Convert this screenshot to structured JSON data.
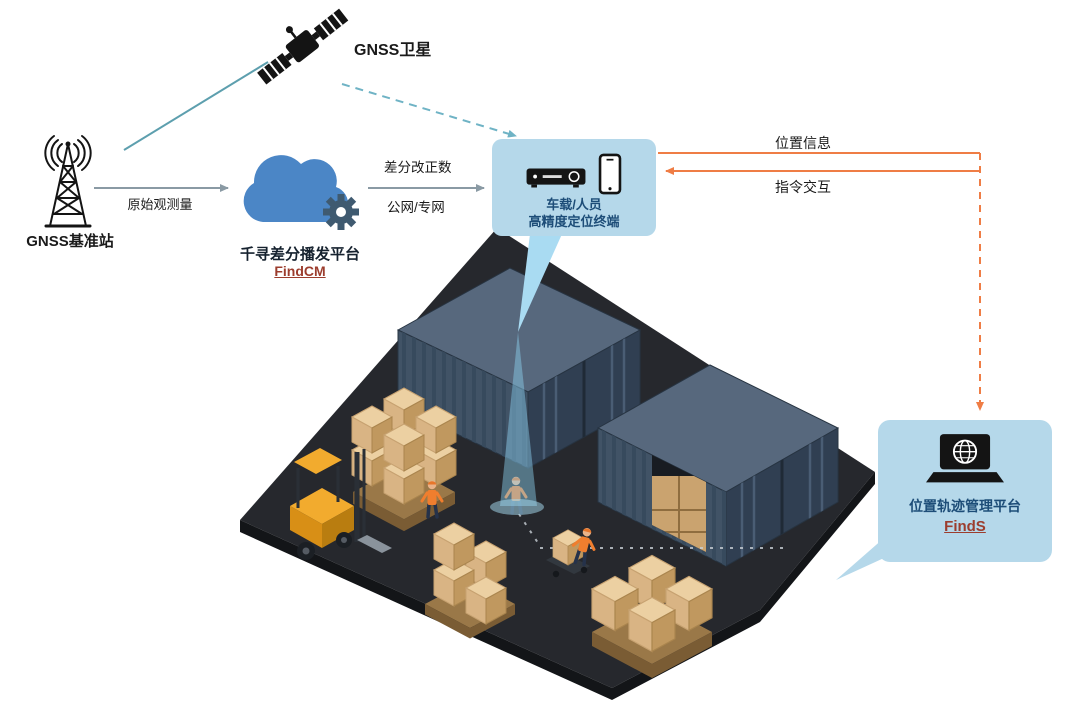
{
  "diagram": {
    "satellite": {
      "label": "GNSS卫星"
    },
    "base_station": {
      "label": "GNSS基准站"
    },
    "cloud_platform": {
      "title": "千寻差分播发平台",
      "name": "FindCM"
    },
    "terminal": {
      "line1": "车载/人员",
      "line2": "高精度定位终端"
    },
    "management_platform": {
      "title": "位置轨迹管理平台",
      "name": "FindS"
    },
    "links": {
      "base_to_cloud": {
        "label": "原始观测量"
      },
      "cloud_to_terminal": {
        "line1": "差分改正数",
        "line2": "公网/专网"
      },
      "terminal_to_platform": {
        "label": "位置信息"
      },
      "platform_to_terminal": {
        "label": "指令交互"
      }
    }
  },
  "icons": {
    "satellite": "satellite-icon",
    "base_station": "radio-tower-icon",
    "cloud": "cloud-gear-icon",
    "terminal_receiver": "gnss-receiver-icon",
    "terminal_phone": "smartphone-icon",
    "platform": "laptop-globe-icon"
  },
  "colors": {
    "link_teal": "#5d9fae",
    "link_gray": "#8a9aa4",
    "link_orange": "#ef7d45",
    "cloud_blue": "#4b86c6",
    "panel_background": "#b5d8ea",
    "panel_text": "#1d4d78",
    "brand_name_red": "#9c3d2e",
    "container_blue": "#41536e",
    "floor_dark": "#26282d"
  }
}
